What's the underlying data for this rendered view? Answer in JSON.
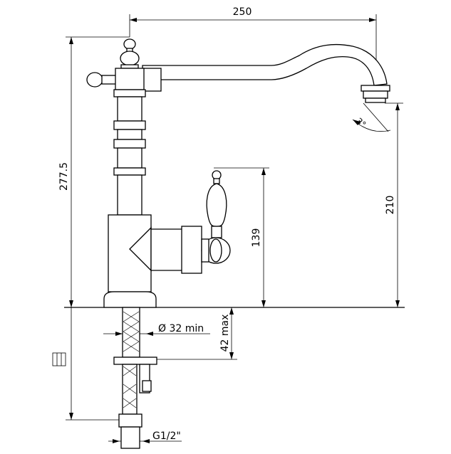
{
  "dimensions": {
    "width_top": "250",
    "height_total": "277.5",
    "height_spout": "210",
    "height_lever": "139",
    "hole_diameter": "Ø 32 min",
    "deck_max": "42 max",
    "connection": "G1/2\"",
    "spout_angle": "3°"
  },
  "colors": {
    "line": "#000000",
    "background": "#ffffff"
  }
}
